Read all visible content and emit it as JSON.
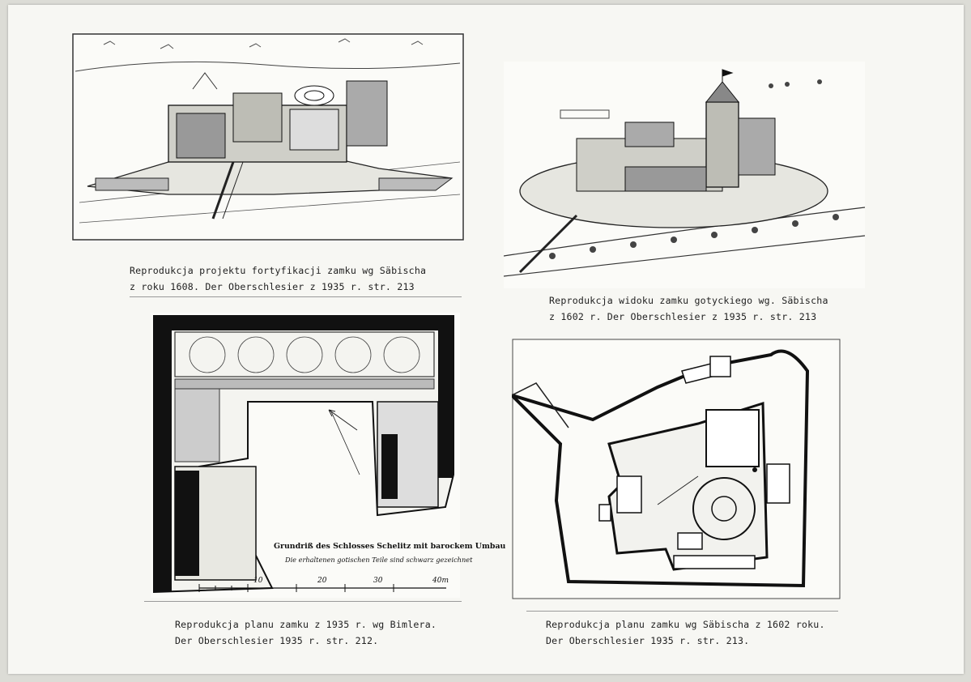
{
  "captions": {
    "top_left": {
      "line1": "Reprodukcja projektu fortyfikacji zamku wg Säbischa",
      "line2": "z roku 1608. Der Oberschlesier z 1935 r. str. 213"
    },
    "top_right": {
      "line1": "Reprodukcja widoku zamku gotyckiego wg. Säbischa",
      "line2": "z 1602 r. Der Oberschlesier z 1935 r. str. 213"
    },
    "bottom_left": {
      "line1": "Reprodukcja planu zamku z 1935 r. wg Bimlera.",
      "line2": "Der Oberschlesier 1935 r. str. 212."
    },
    "bottom_right": {
      "line1": "Reprodukcja planu zamku wg Säbischa z 1602 roku.",
      "line2": "Der Oberschlesier 1935 r.  str. 213."
    }
  },
  "floor_plan": {
    "legend_title": "Grundriß des Schlosses Schelitz mit barockem Umbau",
    "legend_subtitle": "Die erhaltenen gotischen Teile sind schwarz gezeichnet",
    "scale_labels": [
      "10",
      "20",
      "30",
      "40m"
    ]
  }
}
